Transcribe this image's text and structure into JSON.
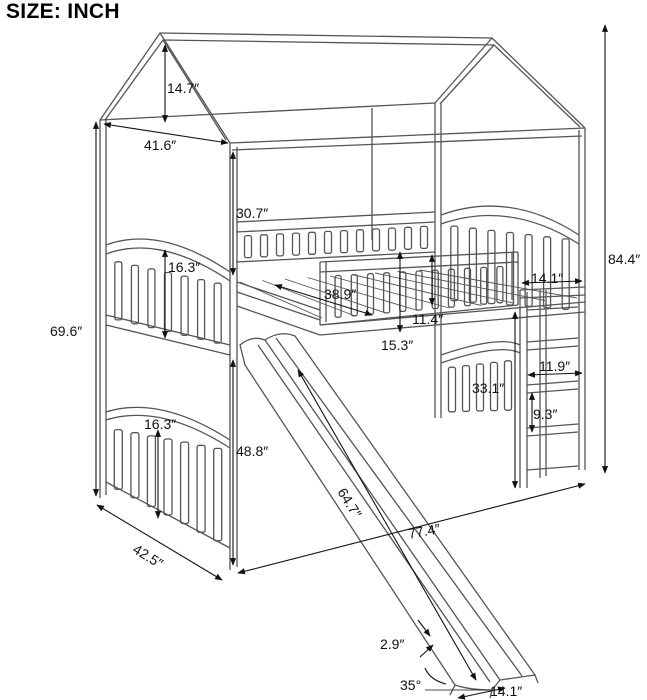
{
  "title": "SIZE: INCH",
  "dimensions": {
    "roof_height": "14.7″",
    "top_width": "41.6″",
    "top_to_mattress": "30.7″",
    "guard_height": "16.3″",
    "slide_opening": "38.9″",
    "ladder_top_width": "14.1″",
    "total_height": "84.4″",
    "side_height": "69.6″",
    "rail_height": "11.4″",
    "mattress_gap": "15.3″",
    "ladder_step_width": "11.9″",
    "under_bed_height": "33.1″",
    "step_spacing": "9.3″",
    "end_panel_height": "16.3″",
    "floor_to_bed": "48.8″",
    "slide_length": "64.7″",
    "total_length": "77.4″",
    "total_depth": "42.5″",
    "slide_side_height": "2.9″",
    "slide_angle": "35°",
    "slide_width": "14.1″"
  },
  "colors": {
    "line": "#555555",
    "text": "#111111"
  }
}
